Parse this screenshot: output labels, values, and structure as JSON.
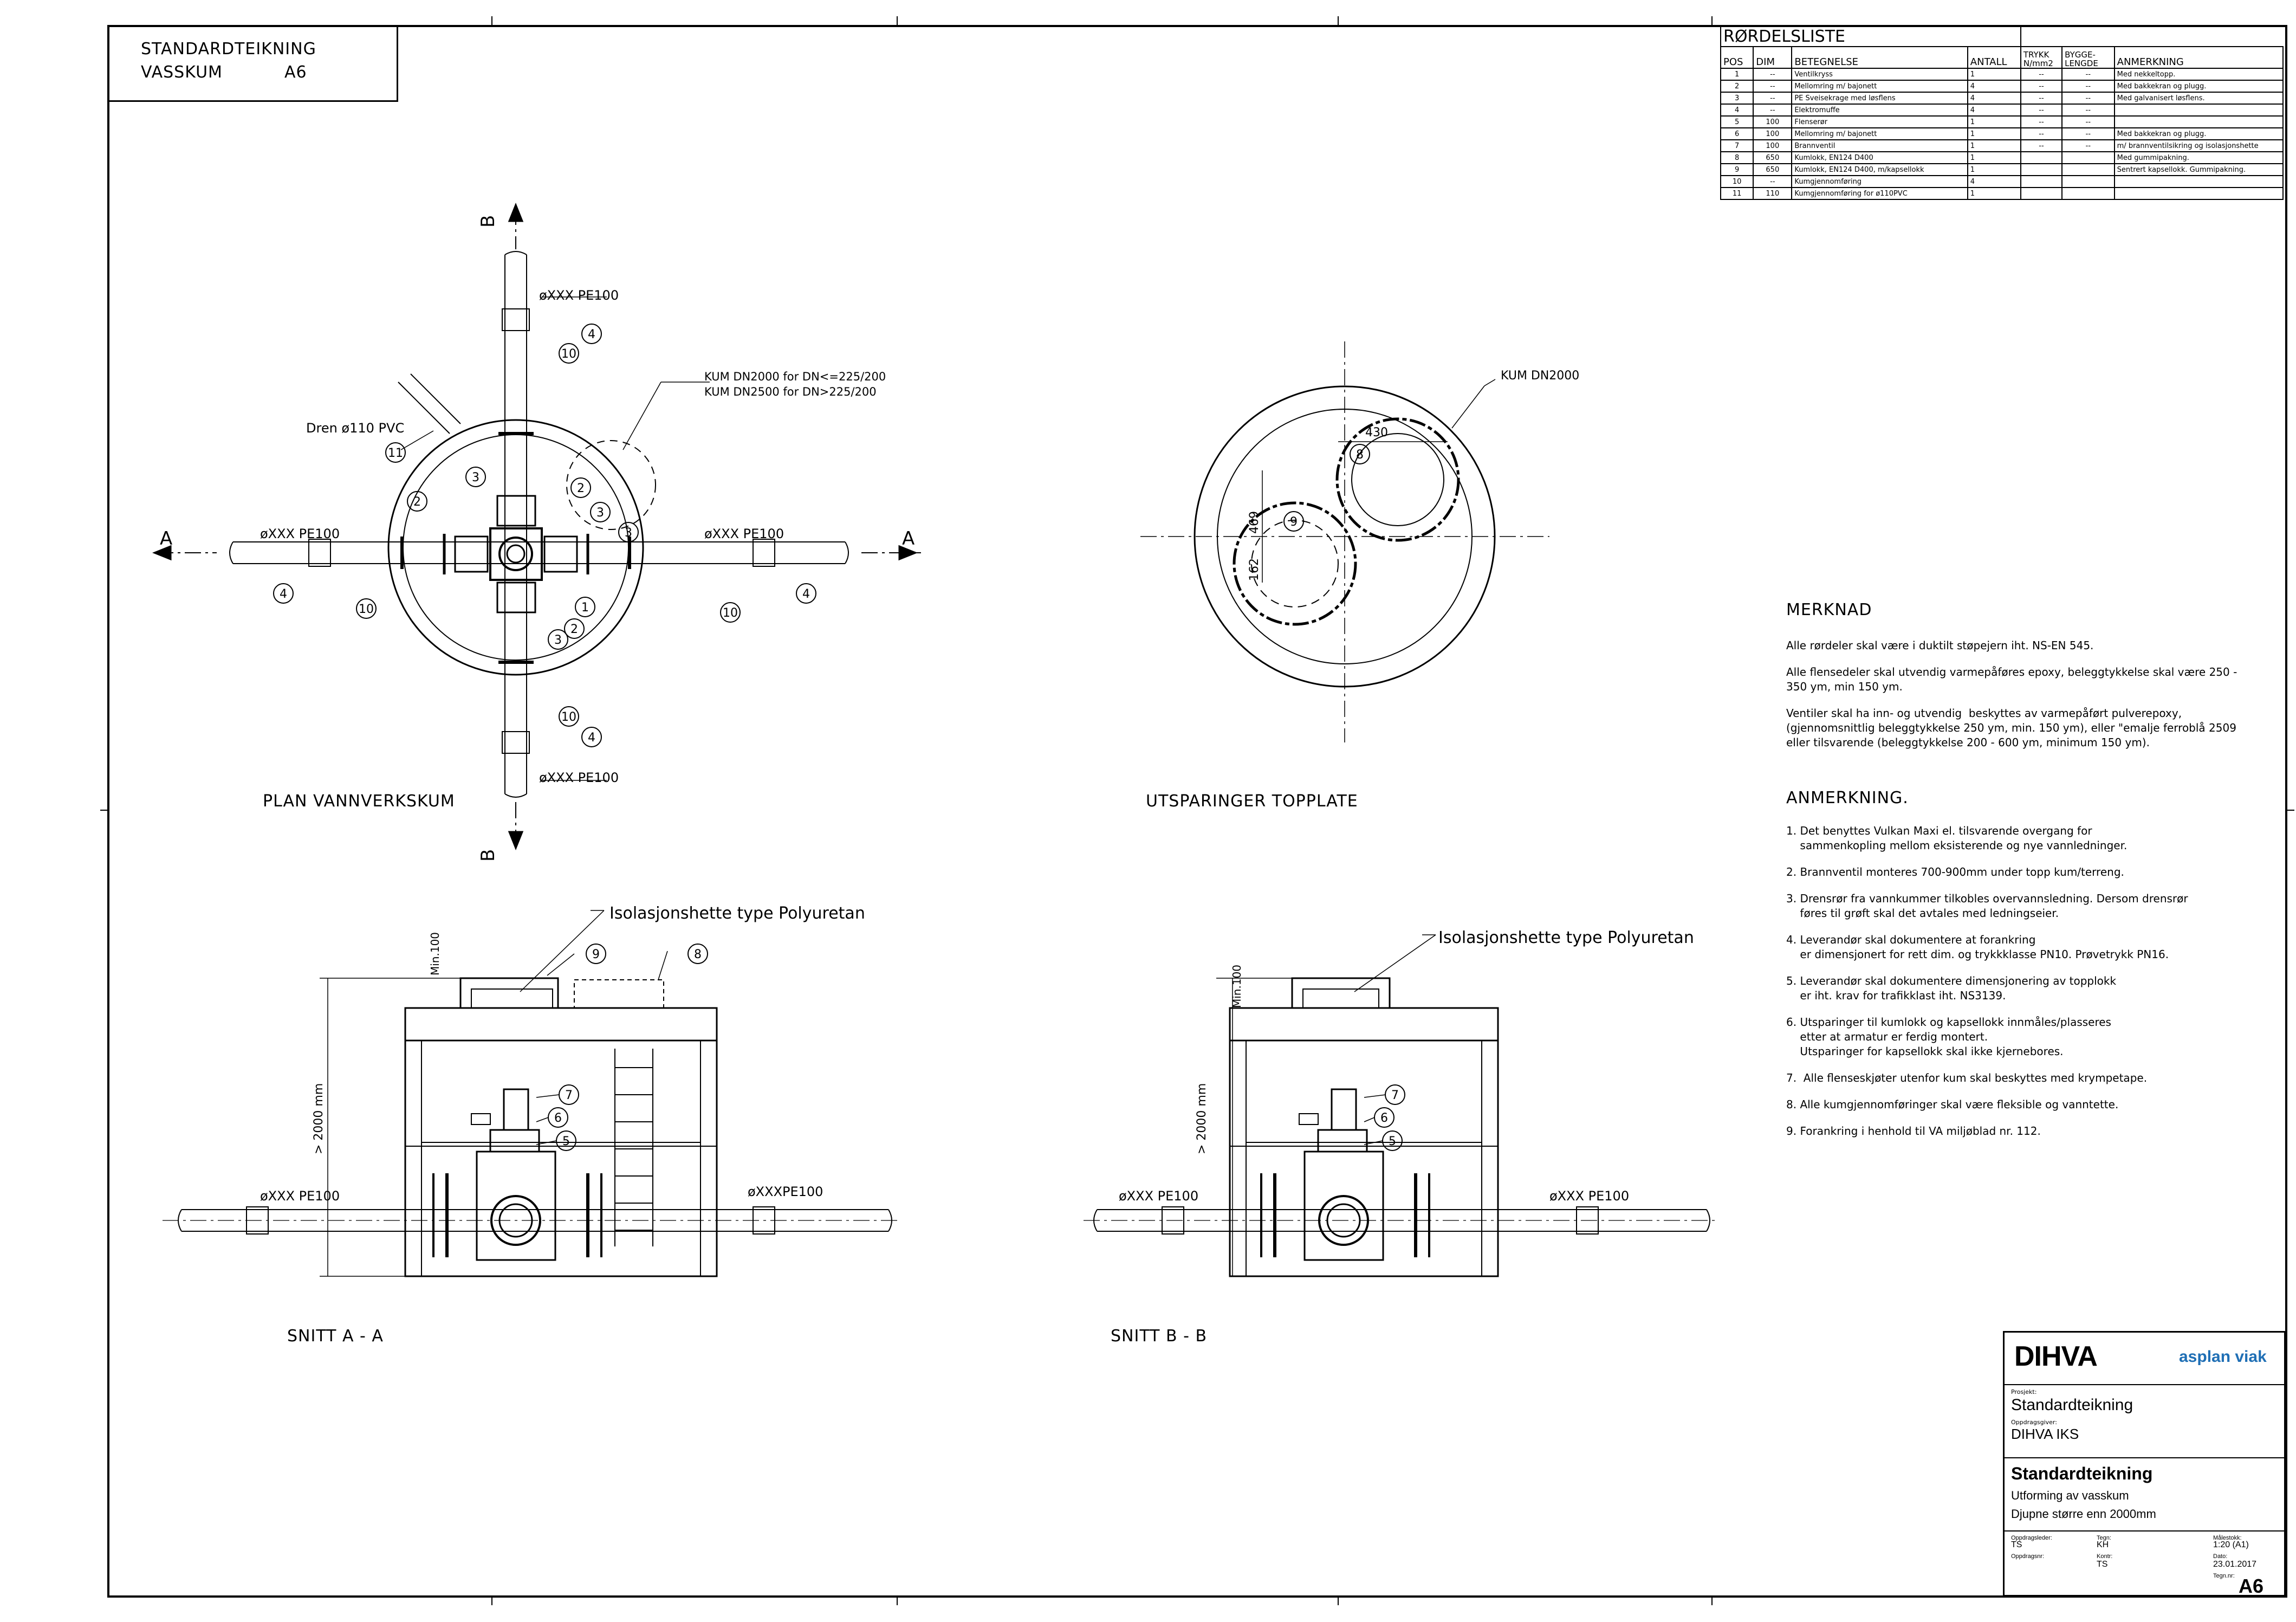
{
  "header": {
    "line1": "STANDARDTEIKNING",
    "line2a": "VASSKUM",
    "line2b": "A6"
  },
  "parts_list": {
    "caption": "RØRDELSLISTE",
    "columns": [
      "POS",
      "DIM",
      "BETEGNELSE",
      "ANTALL",
      "TRYKK N/mm2",
      "BYGGE-LENGDE",
      "ANMERKNING"
    ],
    "rows": [
      [
        "1",
        "--",
        "Ventilkryss",
        "1",
        "--",
        "--",
        "Med nekkeltopp."
      ],
      [
        "2",
        "--",
        "Mellomring m/ bajonett",
        "4",
        "--",
        "--",
        "Med bakkekran og plugg."
      ],
      [
        "3",
        "--",
        "PE Sveisekrage med løsflens",
        "4",
        "--",
        "--",
        "Med galvanisert løsflens."
      ],
      [
        "4",
        "--",
        "Elektromuffe",
        "4",
        "--",
        "--",
        ""
      ],
      [
        "5",
        "100",
        "Flenserør",
        "1",
        "--",
        "--",
        ""
      ],
      [
        "6",
        "100",
        "Mellomring m/ bajonett",
        "1",
        "--",
        "--",
        "Med bakkekran og plugg."
      ],
      [
        "7",
        "100",
        "Brannventil",
        "1",
        "--",
        "--",
        "m/ brannventilsikring og isolasjonshette"
      ],
      [
        "8",
        "650",
        "Kumlokk, EN124 D400",
        "1",
        "",
        "",
        "Med gummipakning."
      ],
      [
        "9",
        "650",
        "Kumlokk, EN124 D400, m/kapsellokk",
        "1",
        "",
        "",
        "Sentrert kapsellokk. Gummipakning."
      ],
      [
        "10",
        "--",
        "Kumgjennomføring",
        "4",
        "",
        "",
        ""
      ],
      [
        "11",
        "110",
        "Kumgjennomføring for ø110PVC",
        "1",
        "",
        "",
        ""
      ]
    ]
  },
  "plan": {
    "title": "PLAN VANNVERKSKUM",
    "kum_label1": "KUM DN2000 for DN<=225/200",
    "kum_label2": "KUM DN2500 for DN>225/200",
    "dren": "Dren ø110 PVC",
    "pipe_top": "øXXX PE100",
    "pipe_left": "øXXX PE100",
    "pipe_right": "øXXX PE100",
    "pipe_bottom": "øXXX PE100",
    "sec_a": "A",
    "sec_b": "B",
    "balloons": [
      "4",
      "10",
      "11",
      "3",
      "2",
      "2",
      "3",
      "3",
      "1",
      "2",
      "3",
      "4",
      "10",
      "10",
      "4",
      "10",
      "4"
    ]
  },
  "topplate": {
    "title": "UTSPARINGER TOPPLATE",
    "kum_label": "KUM DN2000",
    "dim1": "430",
    "dim2": "469",
    "dim3": "162",
    "balloons": [
      "8",
      "9"
    ]
  },
  "sectionA": {
    "title": "SNITT A - A",
    "iso": "Isolasjonshette type Polyuretan",
    "min": "Min.100",
    "depth": "> 2000 mm",
    "pipe_left": "øXXX PE100",
    "pipe_right": "øXXXPE100",
    "balloons": [
      "9",
      "8",
      "7",
      "6",
      "5"
    ]
  },
  "sectionB": {
    "title": "SNITT B - B",
    "iso": "Isolasjonshette type Polyuretan",
    "min": "Min.100",
    "depth": "> 2000 mm",
    "pipe_left": "øXXX PE100",
    "pipe_right": "øXXX PE100",
    "balloons": [
      "7",
      "6",
      "5"
    ]
  },
  "notes": {
    "merknad_title": "MERKNAD",
    "merknad": [
      "Alle rørdeler skal være i duktilt støpejern iht. NS-EN 545.",
      "Alle flensedeler skal utvendig varmepåføres epoxy, beleggtykkelse skal være 250 -",
      "350 ym, min 150 ym.",
      "Ventiler skal ha inn- og utvendig  beskyttes av varmepåført pulverepoxy,",
      "(gjennomsnittlig beleggtykkelse 250 ym, min. 150 ym), eller \"emalje ferroblå 2509",
      "eller tilsvarende (beleggtykkelse 200 - 600 ym, minimum 150 ym)."
    ],
    "anm_title": "ANMERKNING.",
    "anm": [
      "1. Det benyttes Vulkan Maxi el. tilsvarende overgang for",
      "    sammenkopling mellom eksisterende og nye vannledninger.",
      "2. Brannventil monteres 700-900mm under topp kum/terreng.",
      "3. Drensrør fra vannkummer tilkobles overvannsledning. Dersom drensrør",
      "    føres til grøft skal det avtales med ledningseier.",
      "4. Leverandør skal dokumentere at forankring",
      "    er dimensjonert for rett dim. og trykkklasse PN10. Prøvetrykk PN16.",
      "5. Leverandør skal dokumentere dimensjonering av topplokk",
      "    er iht. krav for trafikklast iht. NS3139.",
      "6. Utsparinger til kumlokk og kapsellokk innmåles/plasseres",
      "    etter at armatur er ferdig montert.",
      "    Utsparinger for kapsellokk skal ikke kjernebores.",
      "7.  Alle flenseskjøter utenfor kum skal beskyttes med krympetape.",
      "8. Alle kumgjennomføringer skal være fleksible og vanntette.",
      "9. Forankring i henhold til VA miljøblad nr. 112."
    ]
  },
  "titleblock": {
    "logo_left": "DIHVA",
    "logo_right": "asplan viak",
    "prosjekt_lbl": "Prosjekt:",
    "prosjekt": "Standardteikning",
    "oppdrag_lbl": "Oppdragsgiver:",
    "oppdrag": "DIHVA IKS",
    "title": "Standardteikning",
    "sub1": "Utforming av vasskum",
    "sub2": "Djupne større enn 2000mm",
    "opprettet_lbl": "Oppdragsleder:",
    "opprettet": "TS",
    "tegnet_lbl": "Tegn:",
    "tegnet": "KH",
    "malestokk_lbl": "Målestokk:",
    "malestokk": "1:20 (A1)",
    "oppdragsnr_lbl": "Oppdragsnr:",
    "kontr_lbl": "Kontr:",
    "kontr": "TS",
    "dato_lbl": "Dato:",
    "dato": "23.01.2017",
    "tegnnr_lbl": "Tegn.nr:",
    "tegnnr": "A6"
  }
}
